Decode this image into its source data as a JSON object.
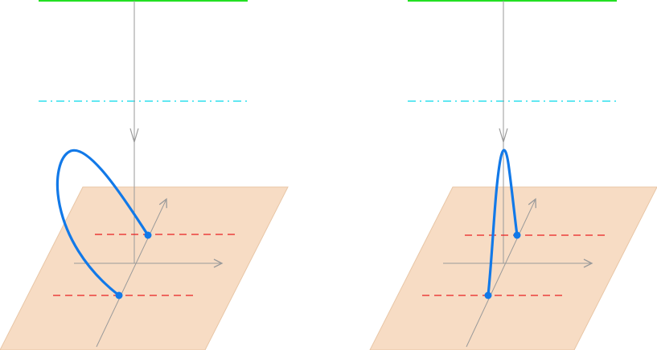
{
  "colors": {
    "background": "#ffffff",
    "plane_fill": "#f7dcc4",
    "plane_stroke": "#e8c6a6",
    "top_line": "#22e022",
    "dashdot_line": "#2ee0ee",
    "vertical_line": "#9a9a9a",
    "axes": "#9a9a9a",
    "dashed_red": "#e82020",
    "curve": "#1279e8",
    "point": "#1279e8"
  },
  "panels": [
    {
      "id": "left",
      "curve_shape": "wide-loop"
    },
    {
      "id": "right",
      "curve_shape": "narrow-loop"
    }
  ]
}
